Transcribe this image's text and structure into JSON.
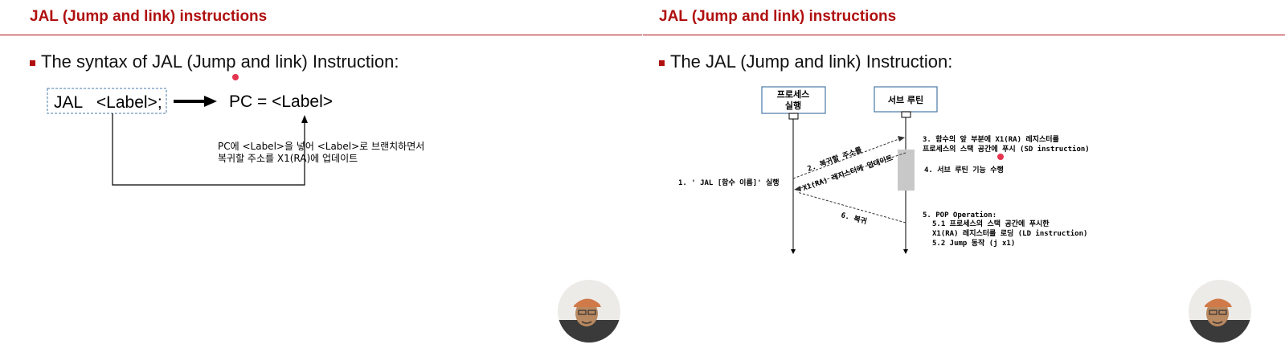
{
  "left": {
    "title": "JAL (Jump and link) instructions",
    "bullet": "The syntax of JAL (Jump and link) Instruction:",
    "syntax_box": "JAL   <Label>;",
    "result": "PC = <Label>",
    "note_line1": "PC에 <Label>을 넣어 <Label>로 브랜치하면서",
    "note_line2": "복귀할 주소를 X1(RA)에 업데이트"
  },
  "right": {
    "title": "JAL (Jump and link) instructions",
    "bullet": "The JAL (Jump and link) Instruction:",
    "process_box_line1": "프로세스",
    "process_box_line2": "실행",
    "subroutine_box": "서브 루틴",
    "step1": "1. ' JAL [함수 이름]' 실행",
    "step2": "2. 복귀할 주소를",
    "step2_sub": "X1(RA) 레지스터에 업데이트",
    "step3_line1": "3. 함수의 앞 부분에 X1(RA) 레지스터를",
    "step3_line2": "프로세스의 스택 공간에 푸시 (SD instruction)",
    "step4": "4. 서브 루틴 기능 수행",
    "step5_line1": "5. POP Operation:",
    "step5_line2": "5.1 프로세스의 스택 공간에 푸시한",
    "step5_line3": "X1(RA) 레지스터를 로딩 (LD instruction)",
    "step5_line4": "5.2 Jump 동작 (j x1)",
    "step6": "6. 복귀"
  },
  "colors": {
    "accent": "#b01010",
    "box_border": "#4a78a8",
    "activation": "#c8c8c8",
    "pointer": "#e01030"
  }
}
